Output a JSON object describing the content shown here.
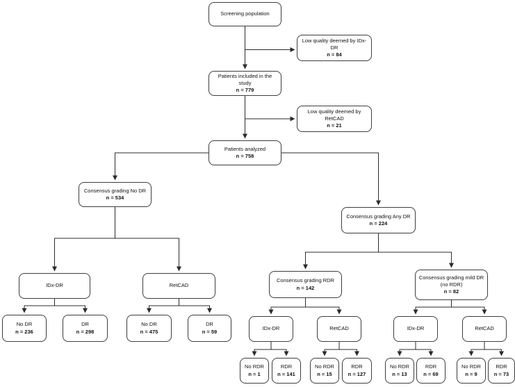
{
  "colors": {
    "background": "#ffffff",
    "box_border": "#3d3d3d",
    "connector": "#2b2b2b",
    "text": "#111111"
  },
  "nodes": {
    "screening": {
      "label": "Screening population"
    },
    "lowq_idx": {
      "label": "Low quality deemed by IDx-DR",
      "n": "n = 84"
    },
    "included": {
      "label": "Patients included in the study",
      "n": "n = 779"
    },
    "lowq_retcad": {
      "label": "Low quality deemed by",
      "label2": "RetCAD",
      "n": "n = 21"
    },
    "analyzed": {
      "label": "Patients analyzed",
      "n": "n = 758"
    },
    "consensus_no_dr": {
      "label": "Consensus grading No DR",
      "n": "n = 534"
    },
    "consensus_any_dr": {
      "label": "Consensus grading Any DR",
      "n": "n = 224"
    },
    "idx_left": {
      "label": "IDx-DR"
    },
    "retcad_left": {
      "label": "RetCAD"
    },
    "idx_no_dr": {
      "label": "No DR",
      "n": "n = 236"
    },
    "idx_dr": {
      "label": "DR",
      "n": "n = 298"
    },
    "retcad_no_dr": {
      "label": "No DR",
      "n": "n = 475"
    },
    "retcad_dr": {
      "label": "DR",
      "n": "n = 59"
    },
    "consensus_rdr": {
      "label": "Consensus grading RDR",
      "n": "n = 142"
    },
    "consensus_mild": {
      "label": "Consensus grading mild DR",
      "label2": "(no RDR)",
      "n": "n = 82"
    },
    "idx_rdr": {
      "label": "IDx-DR"
    },
    "retcad_rdr": {
      "label": "RetCAD"
    },
    "idx_mild": {
      "label": "IDx-DR"
    },
    "retcad_mild": {
      "label": "RetCAD"
    },
    "idx_rdr_no": {
      "label": "No RDR",
      "n": "n = 1"
    },
    "idx_rdr_yes": {
      "label": "RDR",
      "n": "n = 141"
    },
    "retcad_rdr_no": {
      "label": "No RDR",
      "n": "n = 15"
    },
    "retcad_rdr_yes": {
      "label": "RDR",
      "n": "n = 127"
    },
    "idx_mild_no": {
      "label": "No RDR",
      "n": "n = 13"
    },
    "idx_mild_yes": {
      "label": "RDR",
      "n": "n = 69"
    },
    "retcad_mild_no": {
      "label": "No RDR",
      "n": "n = 9"
    },
    "retcad_mild_yes": {
      "label": "RDR",
      "n": "n = 73"
    }
  }
}
